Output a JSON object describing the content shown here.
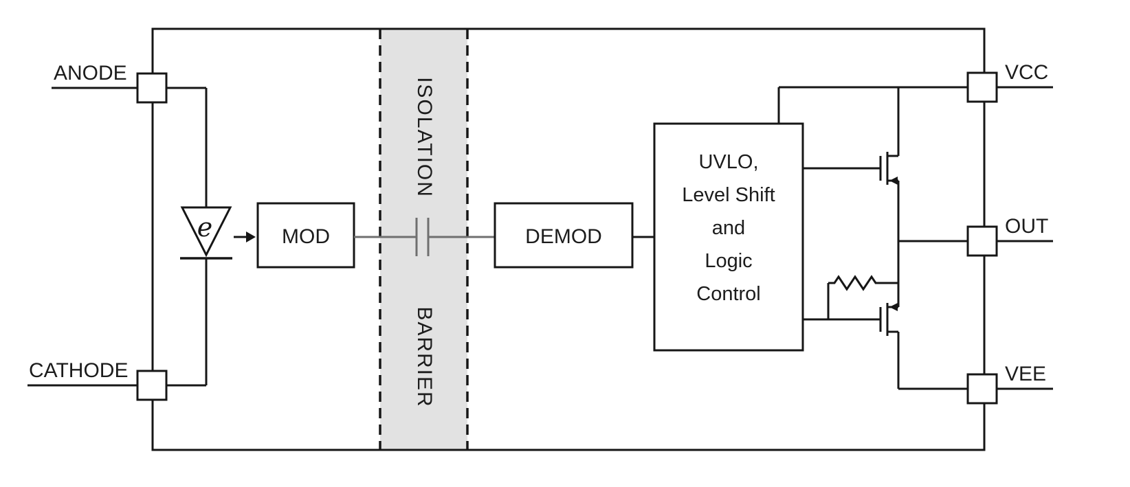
{
  "diagram": {
    "pins": {
      "anode": "ANODE",
      "cathode": "CATHODE",
      "vcc": "VCC",
      "out": "OUT",
      "vee": "VEE"
    },
    "blocks": {
      "mod": "MOD",
      "demod": "DEMOD",
      "uvlo_lines": [
        "UVLO,",
        "Level Shift",
        "and",
        "Logic",
        "Control"
      ]
    },
    "isolation": {
      "label_top": "ISOLATION",
      "label_bottom": "BARRIER"
    },
    "emitter_symbol": "e",
    "colors": {
      "line": "#161616",
      "isolation_fill": "#e2e2e2",
      "background": "#ffffff"
    }
  }
}
